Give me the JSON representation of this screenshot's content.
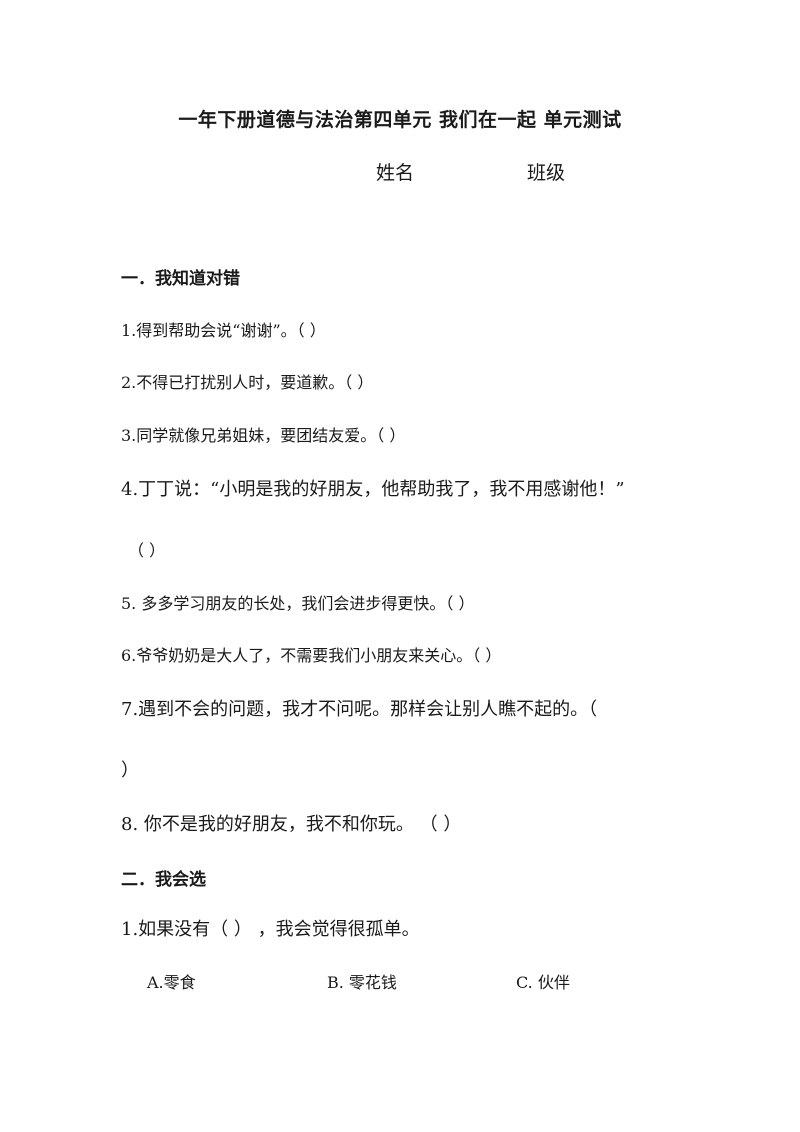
{
  "header": {
    "title": "一年下册道德与法治第四单元 我们在一起 单元测试",
    "name_label": "姓名",
    "class_label": "班级"
  },
  "section1": {
    "heading": "一．我知道对错",
    "questions": [
      "1.得到帮助会说“谢谢”。（                  ）",
      "2.不得已打扰别人时，要道歉。（                ）",
      "3.同学就像兄弟姐妹，要团结友爱。（                  ）",
      "4.丁丁说：“小明是我的好朋友，他帮助我了，我不用感谢他！”",
      "（              ）",
      "5. 多多学习朋友的长处，我们会进步得更快。（              ）",
      "6.爷爷奶奶是大人了，不需要我们小朋友来关心。（             ）",
      "7.遇到不会的问题，我才不问呢。那样会让别人瞧不起的。（",
      "）",
      "8. 你不是我的好朋友，我不和你玩。  （          ）"
    ]
  },
  "section2": {
    "heading": "二．我会选",
    "questions": [
      {
        "text": "1.如果没有（          ） ，我会觉得很孤单。",
        "options": [
          "A.零食",
          "B. 零花钱",
          "C. 伙伴"
        ]
      }
    ]
  }
}
